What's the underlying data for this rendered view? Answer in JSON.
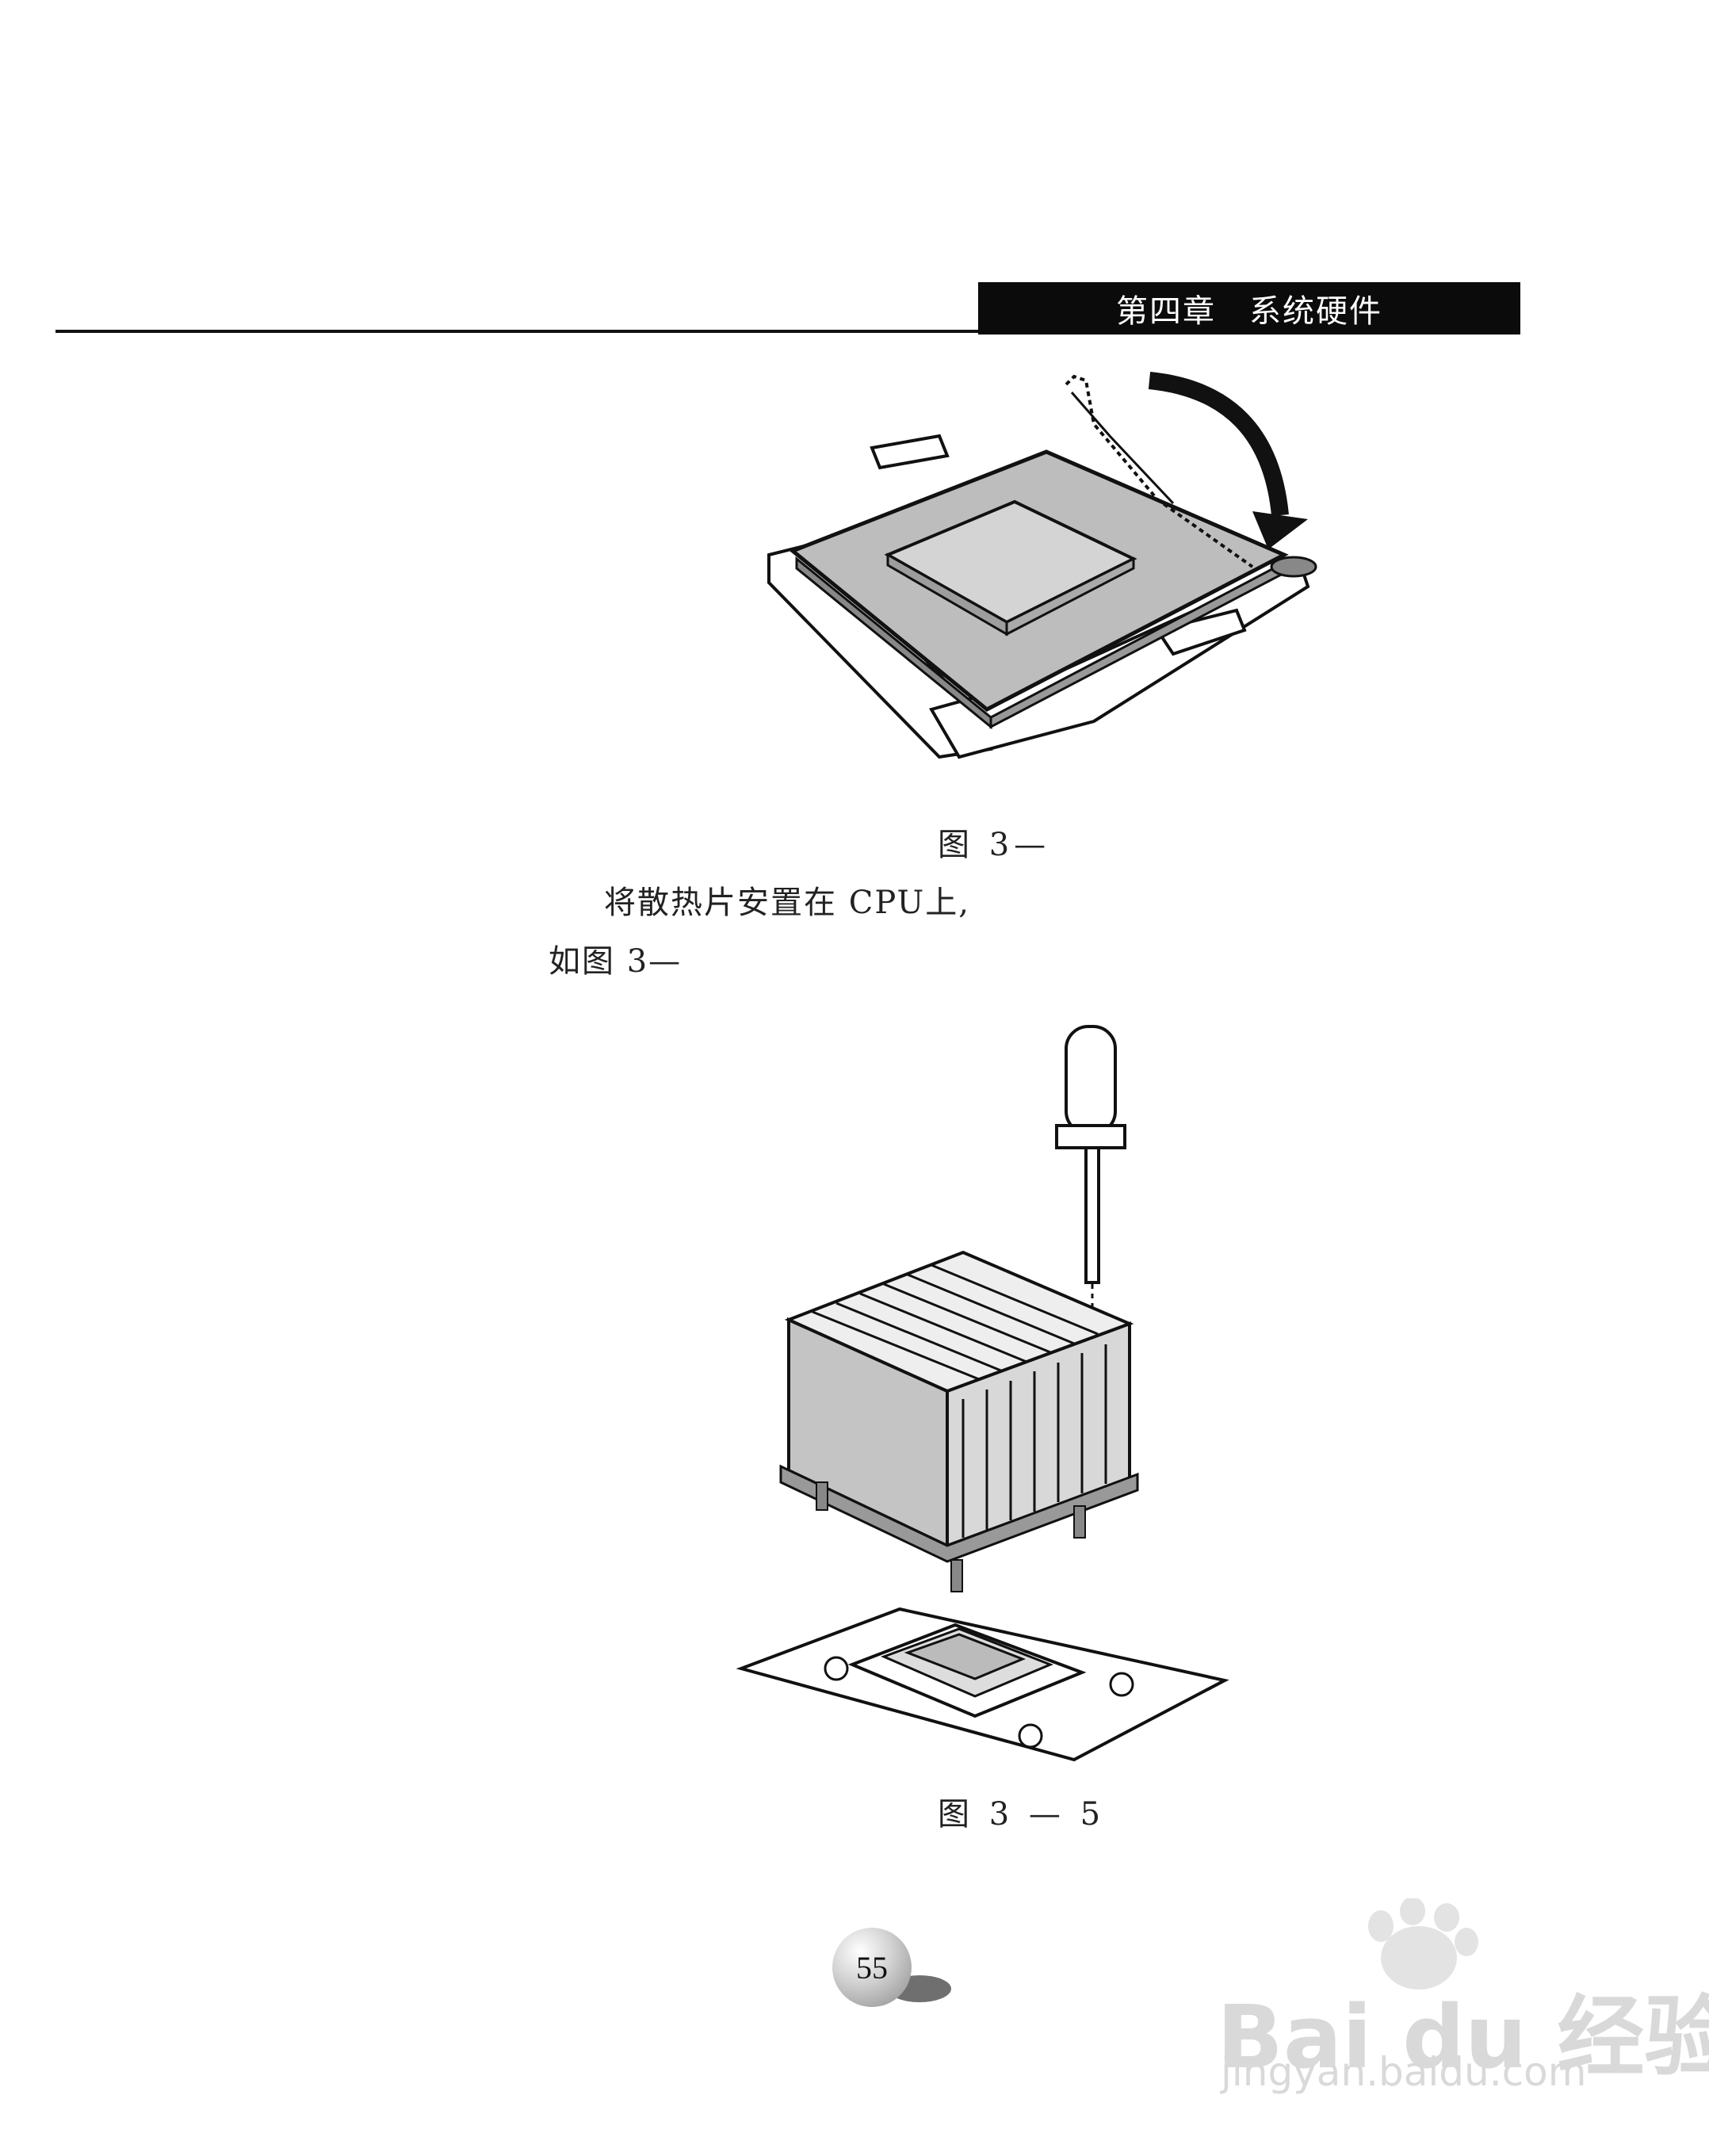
{
  "header": {
    "chapter": "第四章　系统硬件"
  },
  "figures": [
    {
      "caption": "图 3—"
    },
    {
      "caption": "图 3 — 5"
    }
  ],
  "body": {
    "line1": "将散热片安置在 CPU上,",
    "line2": "如图 3—"
  },
  "footer": {
    "page_number": "55"
  },
  "watermark": {
    "brand": "Bai du 经验",
    "url": "jingyan.baidu.com"
  }
}
